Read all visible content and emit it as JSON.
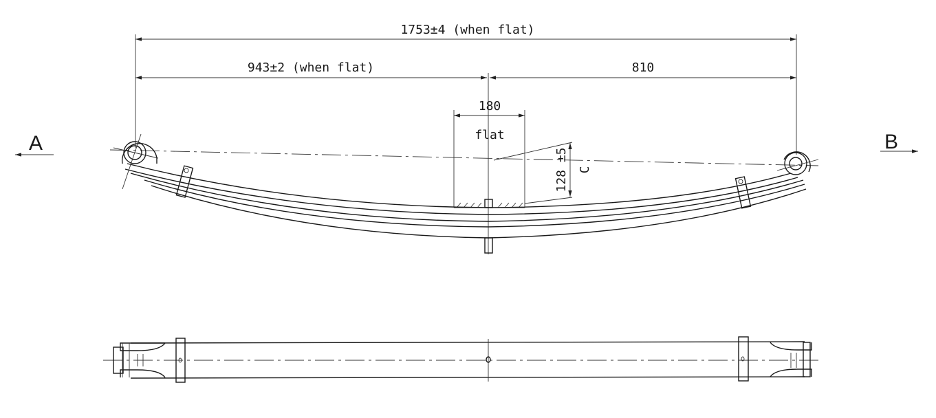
{
  "view_labels": {
    "left": "A",
    "right": "B"
  },
  "dimensions": {
    "overall_length": "1753±4 (when flat)",
    "front_length": "943±2 (when flat)",
    "rear_length": "810",
    "center_width": "180",
    "center_note": "flat",
    "camber": "128 ±5",
    "camber_ref": "C"
  }
}
